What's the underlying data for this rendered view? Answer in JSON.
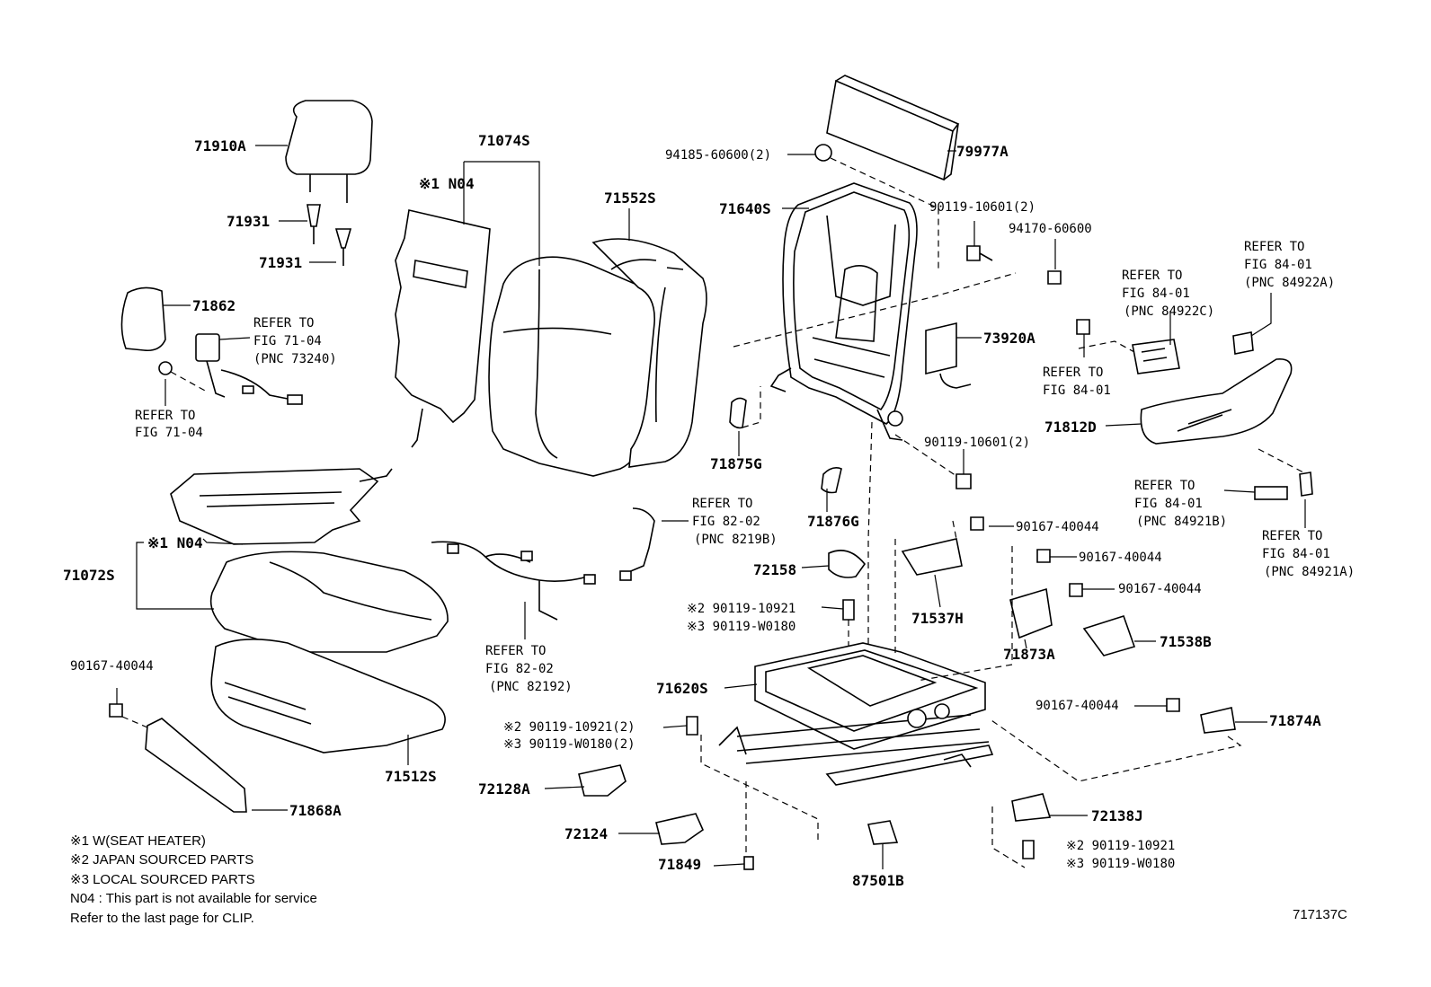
{
  "labels": {
    "p71910A": "71910A",
    "p71931a": "71931",
    "p71931b": "71931",
    "p71862": "71862",
    "ref7104a_1": "REFER TO",
    "ref7104a_2": "FIG 71-04",
    "ref7104a_3": "(PNC 73240)",
    "ref7104b_1": "REFER TO",
    "ref7104b_2": "FIG 71-04",
    "p71074S": "71074S",
    "n04a": "※1 N04",
    "p71552S": "71552S",
    "p94185": "94185-60600(2)",
    "p79977A": "79977A",
    "p71640S": "71640S",
    "p90119_10601a": "90119-10601(2)",
    "p94170": "94170-60600",
    "p73920A": "73920A",
    "ref8401a_1": "REFER TO",
    "ref8401a_2": "FIG 84-01",
    "ref8401a_3": "(PNC 84922A)",
    "ref8401c_1": "REFER TO",
    "ref8401c_2": "FIG 84-01",
    "ref8401c_3": "(PNC 84922C)",
    "ref8401d_1": "REFER TO",
    "ref8401d_2": "FIG 84-01",
    "p71812D": "71812D",
    "p71875G": "71875G",
    "p90119_10601b": "90119-10601(2)",
    "ref8401b_1": "REFER TO",
    "ref8401b_2": "FIG 84-01",
    "ref8401b_3": "(PNC 84921B)",
    "ref8401e_1": "REFER TO",
    "ref8401e_2": "FIG 84-01",
    "ref8401e_3": "(PNC 84921A)",
    "ref8202a_1": "REFER TO",
    "ref8202a_2": "FIG 82-02",
    "ref8202a_3": "(PNC 8219B)",
    "p71876G": "71876G",
    "p90167_a": "90167-40044",
    "p90167_b": "90167-40044",
    "p90167_c": "90167-40044",
    "n04b": "※1 N04",
    "p71072S": "71072S",
    "p72158": "72158",
    "p71537H": "71537H",
    "b2a": "※2 90119-10921",
    "b3a": "※3 90119-W0180",
    "p71873A": "71873A",
    "p71538B": "71538B",
    "p90167_d": "90167-40044",
    "ref8202b_1": "REFER TO",
    "ref8202b_2": "FIG 82-02",
    "ref8202b_3": "(PNC 82192)",
    "p71620S": "71620S",
    "p90167_e": "90167-40044",
    "p71874A": "71874A",
    "b2b": "※2 90119-10921(2)",
    "b3b": "※3 90119-W0180(2)",
    "p71512S": "71512S",
    "p72128A": "72128A",
    "p71868A": "71868A",
    "p72124": "72124",
    "p72138J": "72138J",
    "b2c": "※2 90119-10921",
    "b3c": "※3 90119-W0180",
    "p71849": "71849",
    "p87501B": "87501B",
    "code": "717137C"
  },
  "notes": [
    "※1 W(SEAT HEATER)",
    "※2 JAPAN SOURCED PARTS",
    "※3 LOCAL SOURCED PARTS",
    "N04 : This part is not available for service",
    "Refer to the last page for CLIP."
  ]
}
